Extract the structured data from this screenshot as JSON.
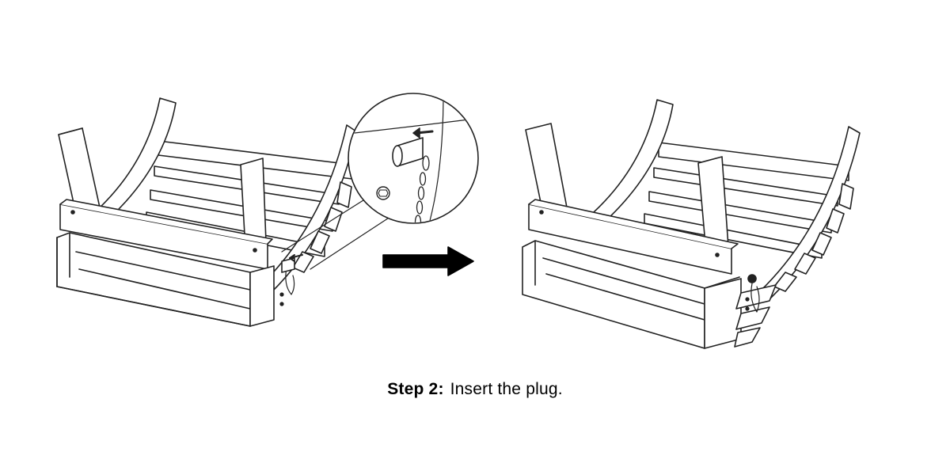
{
  "caption": {
    "step_label": "Step 2:",
    "instruction": "Insert the plug."
  },
  "colors": {
    "line": "#222222",
    "arrow": "#000000",
    "background": "#ffffff"
  },
  "icons": {
    "arrow": "right-arrow-icon",
    "zoom": "magnifier-callout"
  }
}
